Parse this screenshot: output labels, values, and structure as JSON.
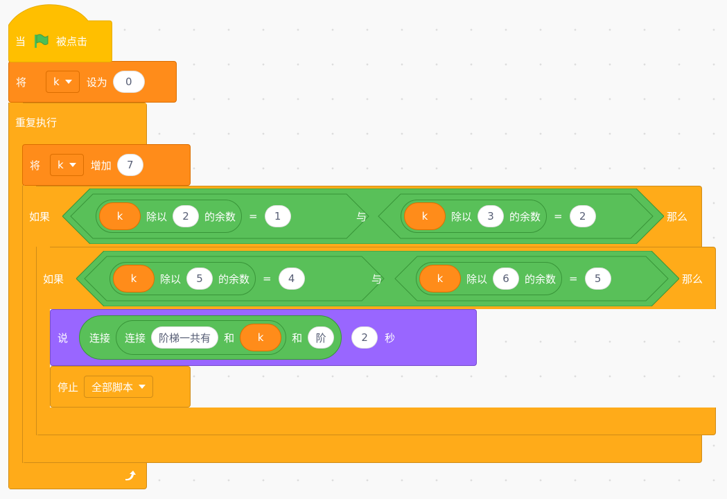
{
  "hat": {
    "when": "当",
    "flag_icon": "green-flag-icon",
    "clicked": "被点击"
  },
  "set_var": {
    "prefix": "将",
    "variable": "k",
    "to": "设为",
    "value": "0"
  },
  "forever": {
    "label": "重复执行",
    "loop_icon": "loop-arrow-icon"
  },
  "change_var": {
    "prefix": "将",
    "variable": "k",
    "by": "增加",
    "value": "7"
  },
  "if_outer": {
    "if_label": "如果",
    "then_label": "那么",
    "and_label": "与",
    "left": {
      "var": "k",
      "mod_label": "除以",
      "divisor": "2",
      "remainder_label": "的余数",
      "eq": "=",
      "value": "1"
    },
    "right": {
      "var": "k",
      "mod_label": "除以",
      "divisor": "3",
      "remainder_label": "的余数",
      "eq": "=",
      "value": "2"
    }
  },
  "if_inner": {
    "if_label": "如果",
    "then_label": "那么",
    "and_label": "与",
    "left": {
      "var": "k",
      "mod_label": "除以",
      "divisor": "5",
      "remainder_label": "的余数",
      "eq": "=",
      "value": "4"
    },
    "right": {
      "var": "k",
      "mod_label": "除以",
      "divisor": "6",
      "remainder_label": "的余数",
      "eq": "=",
      "value": "5"
    }
  },
  "say": {
    "label": "说",
    "join_outer": "连接",
    "join_inner": "连接",
    "text1": "阶梯一共有",
    "and1": "和",
    "var": "k",
    "and2": "和",
    "text2": "阶",
    "seconds_value": "2",
    "seconds_label": "秒"
  },
  "stop": {
    "label": "停止",
    "option": "全部脚本"
  },
  "colors": {
    "events": "#ffbf00",
    "variables": "#ff8c1a",
    "control": "#ffab19",
    "operators": "#59c059",
    "looks": "#9966ff",
    "background": "#f9f9f9"
  }
}
